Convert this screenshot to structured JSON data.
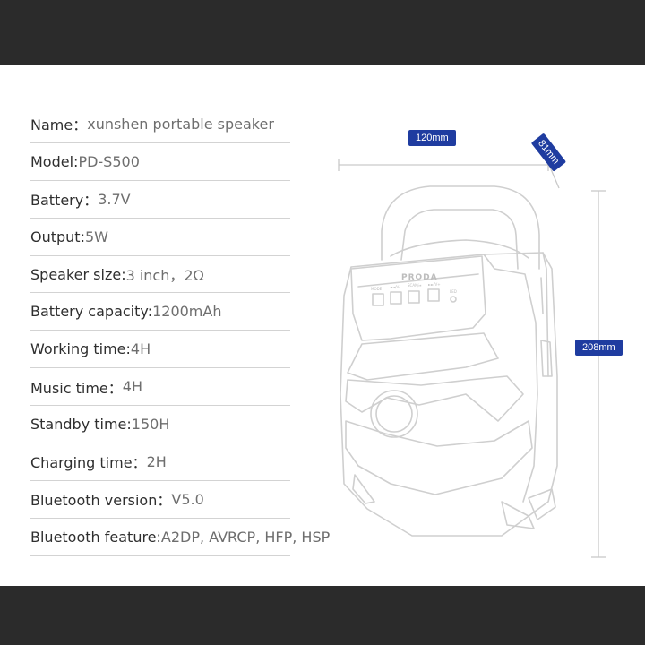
{
  "specs": [
    {
      "label": "Name：",
      "value": "xunshen portable speaker"
    },
    {
      "label": "Model: ",
      "value": "PD-S500"
    },
    {
      "label": "Battery：",
      "value": "3.7V"
    },
    {
      "label": "Output: ",
      "value": "5W"
    },
    {
      "label": "Speaker size: ",
      "value": "3 inch，2Ω"
    },
    {
      "label": "Battery capacity: ",
      "value": "1200mAh"
    },
    {
      "label": "Working time: ",
      "value": "4H"
    },
    {
      "label": "Music time：",
      "value": "4H"
    },
    {
      "label": "Standby time: ",
      "value": "150H"
    },
    {
      "label": "Charging time：",
      "value": "2H"
    },
    {
      "label": "Bluetooth version：",
      "value": "V5.0"
    },
    {
      "label": "Bluetooth feature: ",
      "value": "A2DP, AVRCP, HFP, HSP"
    }
  ],
  "dimensions": {
    "width": "120mm",
    "depth": "81mm",
    "height": "208mm"
  },
  "speaker": {
    "brand": "PRODA",
    "buttons": [
      "MODE",
      "◄◄/V-",
      "SCAN/⏯",
      "►►/V+"
    ],
    "led_label": "LED"
  },
  "colors": {
    "badge": "#1f3ca0",
    "bars": "#2b2b2b",
    "line_art": "#c9c9c9"
  }
}
